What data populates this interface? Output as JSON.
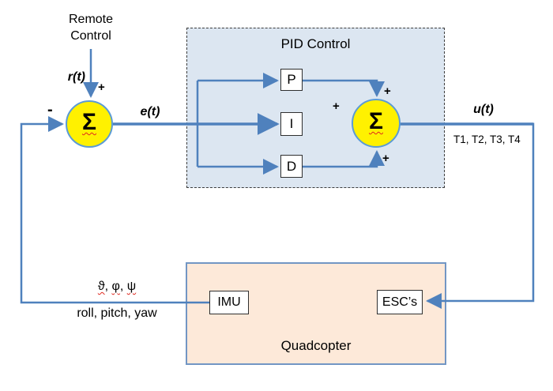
{
  "remote_control": {
    "line1": "Remote",
    "line2": "Control"
  },
  "signals": {
    "reference": "r(t)",
    "error": "e(t)",
    "control": "u(t)",
    "thrust": "T1, T2, T3, T4"
  },
  "operators": {
    "sum": "Σ",
    "plus": "+",
    "minus": "-"
  },
  "pid": {
    "title": "PID Control",
    "p": "P",
    "i": "I",
    "d": "D"
  },
  "quadcopter": {
    "title": "Quadcopter",
    "imu": "IMU",
    "esc": "ESC’s"
  },
  "feedback": {
    "angles": [
      "ϑ",
      "φ",
      "ψ"
    ],
    "separator": ", ",
    "rpy": "roll, pitch, yaw"
  },
  "colors": {
    "line_blue": "#4f81bd",
    "pid_fill": "#dce6f1",
    "quad_fill": "#fde9d9",
    "quad_border": "#7296c4",
    "sum_fill": "#fff100",
    "sum_border": "#5b9bd5",
    "block_border": "#2f2f2f",
    "squiggle_red": "#e0281e",
    "text": "#000000"
  }
}
